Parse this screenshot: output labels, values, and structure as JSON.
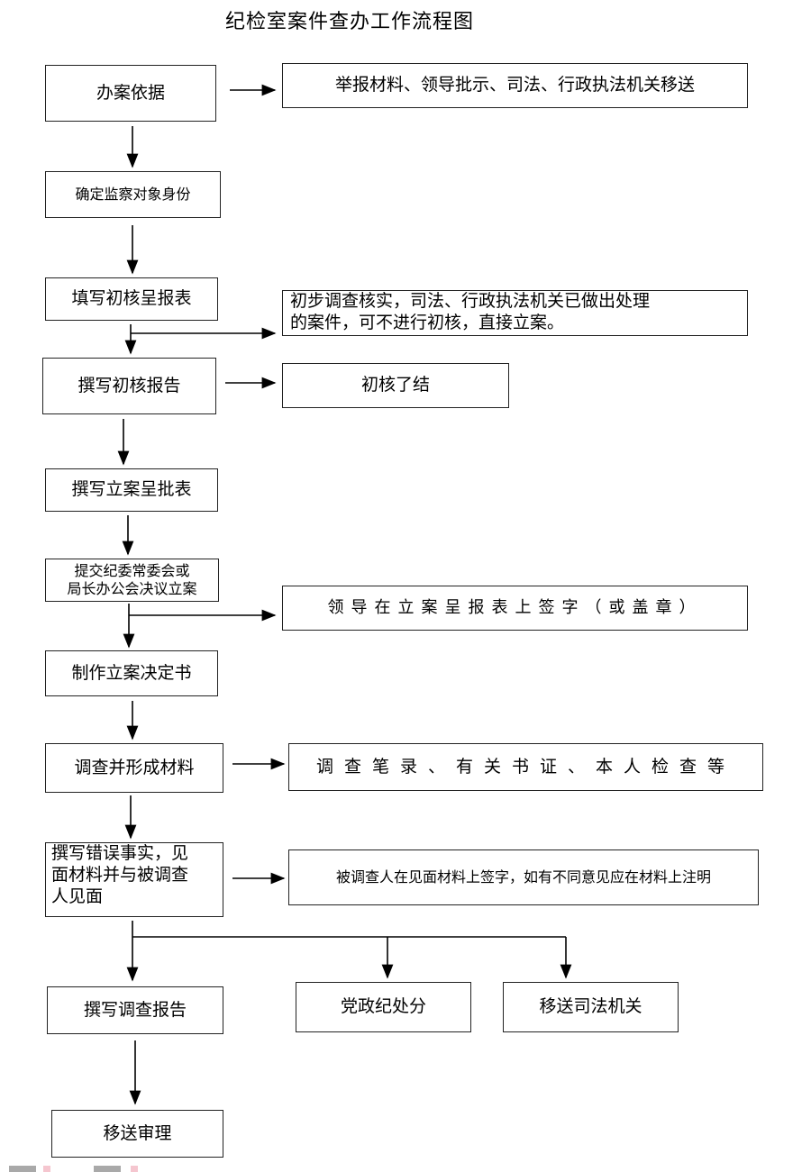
{
  "title": "纪检室案件查办工作流程图",
  "nodes": {
    "basis": "办案依据",
    "sources": "举报材料、领导批示、司法、行政执法机关移送",
    "identify": "确定监察对象身份",
    "fill_form": "填写初核呈报表",
    "skip_note_1": "初步调查核实，司法、行政执法机关已做出处理",
    "skip_note_2": "的案件，可不进行初核，直接立案。",
    "prelim_report": "撰写初核报告",
    "prelim_close": "初核了结",
    "filing_form": "撰写立案呈批表",
    "submit_1": "提交纪委常委会或",
    "submit_2": "局长办公会决议立案",
    "sign": "领导在立案呈报表上签字（或盖章）",
    "decision": "制作立案决定书",
    "investigate": "调查并形成材料",
    "materials": "调查笔录、有关书证、本人检查等",
    "facts_1": "撰写错误事实，见",
    "facts_2": "面材料并与被调查",
    "facts_3": "人见面",
    "facts_sign": "被调查人在见面材料上签字，如有不同意见应在材料上注明",
    "report": "撰写调查报告",
    "discipline": "党政纪处分",
    "judicial": "移送司法机关",
    "review": "移送审理"
  }
}
